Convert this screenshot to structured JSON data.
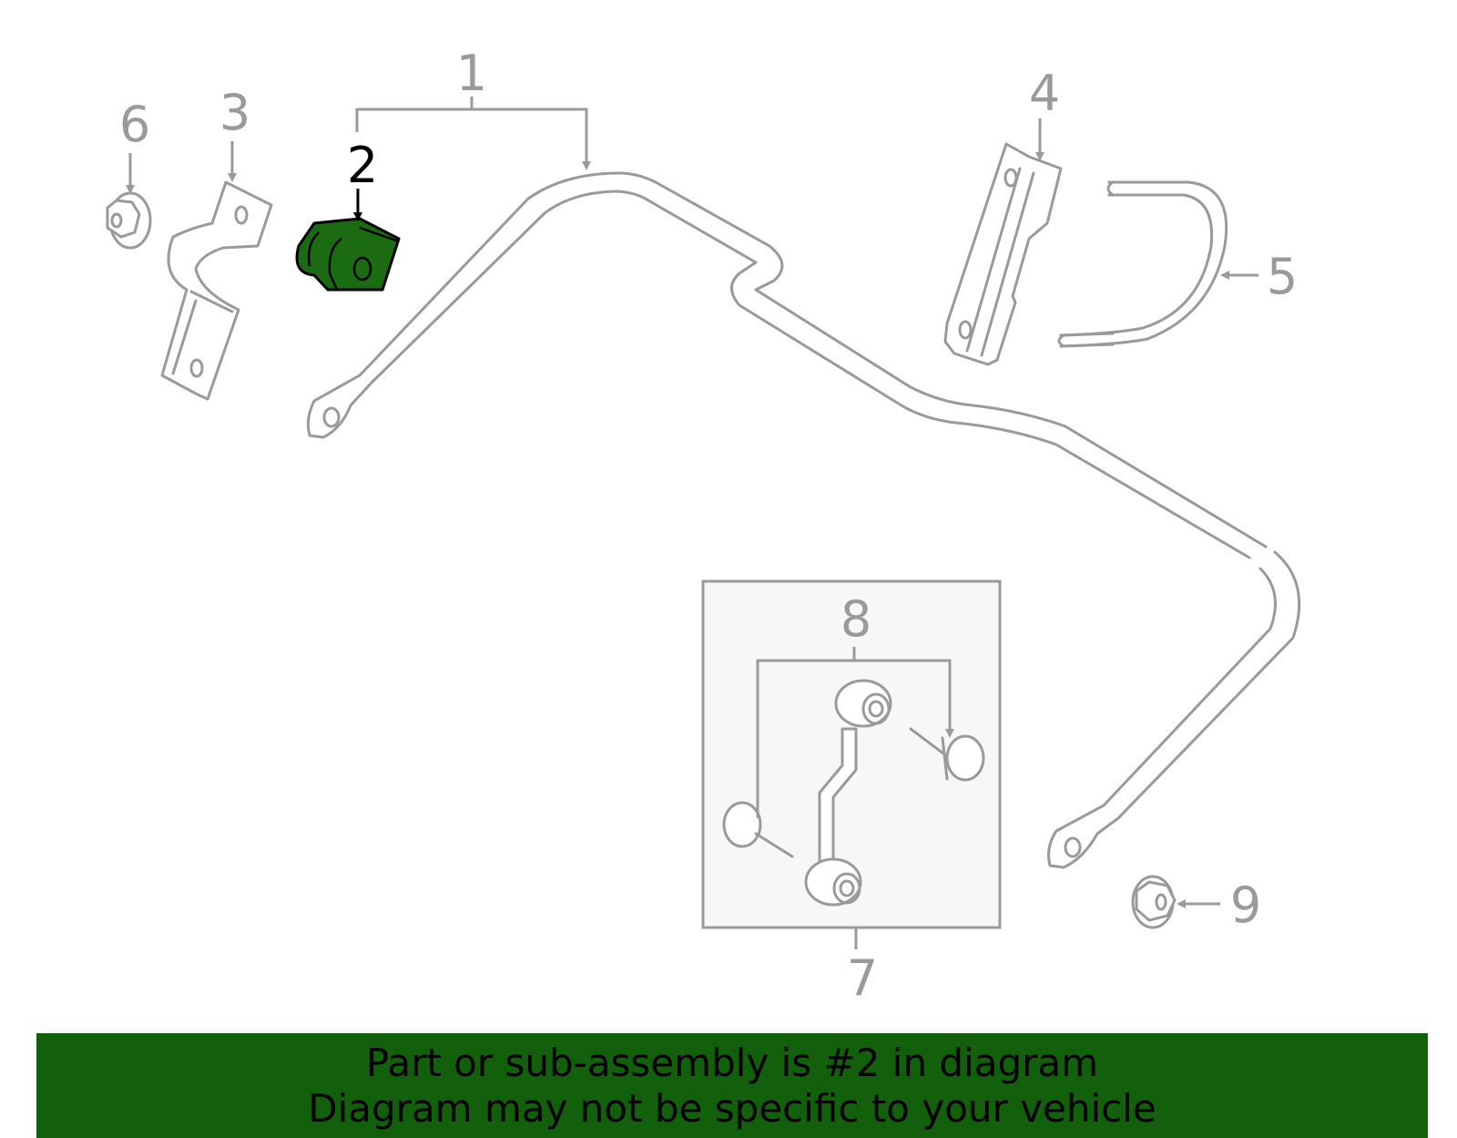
{
  "callouts": {
    "c1": "1",
    "c2": "2",
    "c3": "3",
    "c4": "4",
    "c5": "5",
    "c6": "6",
    "c7": "7",
    "c8": "8",
    "c9": "9"
  },
  "highlighted_part": "2",
  "colors": {
    "highlight": "#1b6b12",
    "banner": "#12600c",
    "line": "#9a9a9a"
  },
  "banner": {
    "line1": "Part or sub-assembly is #2 in diagram",
    "line2": "Diagram may not be specific to your vehicle"
  }
}
